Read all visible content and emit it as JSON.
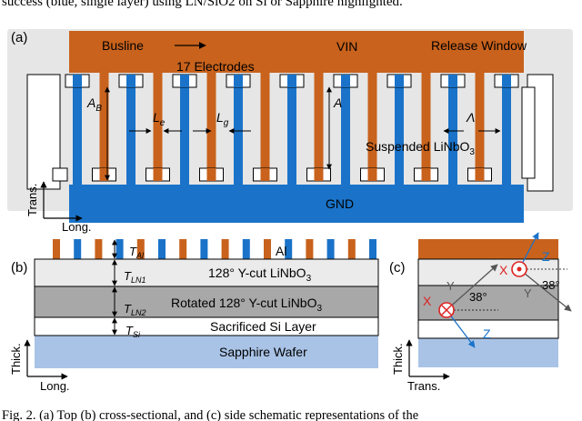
{
  "caption_top": "success (blue, single layer) using LN/SiO2 on Si or Sapphire highlighted.",
  "caption_bottom": "Fig. 2. (a) Top (b) cross-sectional, and (c) side schematic representations of the",
  "colors": {
    "copper": "#c8621c",
    "blue": "#1a73c9",
    "ln_light": "#ebebeb",
    "ln_dark": "#a8a8a8",
    "sapphire": "#a9c3e6",
    "gray_bg": "#e6e6e6"
  },
  "panel_a": {
    "label": "(a)",
    "busline": "Busline",
    "vin": "VIN",
    "release_window": "Release Window",
    "electrodes": "17 Electrodes",
    "a_b_main": "A",
    "a_b_sub": "B",
    "l_e_main": "L",
    "l_e_sub": "e",
    "l_g_main": "L",
    "l_g_sub": "g",
    "a_label": "A",
    "lambda": "Λ",
    "suspended_main": "Suspended LiNbO",
    "suspended_sub": "3",
    "gnd": "GND",
    "trans": "Trans.",
    "long": "Long."
  },
  "panel_b": {
    "label": "(b)",
    "al": "Al",
    "t_al_main": "T",
    "t_al_sub": "Al",
    "t_ln1_main": "T",
    "t_ln1_sub": "LN1",
    "t_ln2_main": "T",
    "t_ln2_sub": "LN2",
    "t_si_main": "T",
    "t_si_sub": "Si",
    "layer1_main": "128° Y-cut LiNbO",
    "layer1_sub": "3",
    "layer2_main": "Rotated 128° Y-cut LiNbO",
    "layer2_sub": "3",
    "layer3": "Sacrificed Si Layer",
    "layer4": "Sapphire Wafer",
    "thick": "Thick.",
    "long": "Long."
  },
  "panel_c": {
    "label": "(c)",
    "x_top": "X",
    "x_bottom": "X",
    "z_top": "Z",
    "z_bottom": "Z",
    "y_left": "Y",
    "y_right": "Y",
    "angle_left": "38°",
    "angle_right": "38°",
    "thick": "Thick.",
    "trans": "Trans."
  }
}
